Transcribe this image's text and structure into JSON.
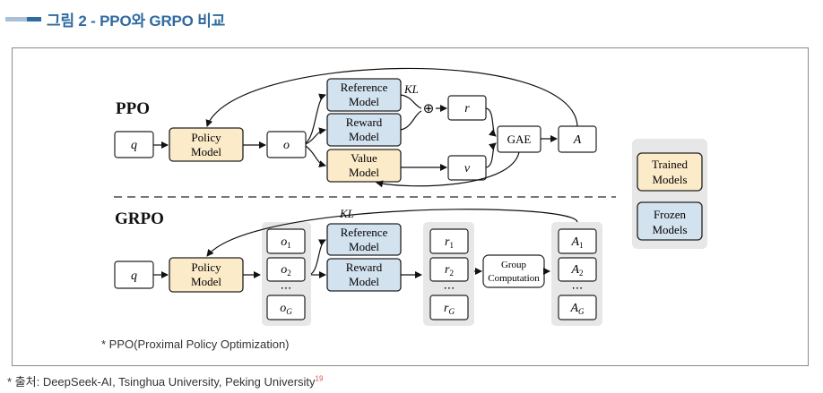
{
  "header": {
    "title": "그림 2 - PPO와 GRPO 비교"
  },
  "ppo": {
    "title": "PPO",
    "q": "q",
    "policy": [
      "Policy",
      "Model"
    ],
    "o": "o",
    "reference": [
      "Reference",
      "Model"
    ],
    "reward": [
      "Reward",
      "Model"
    ],
    "value": [
      "Value",
      "Model"
    ],
    "kl": "KL",
    "oplus": "⊕",
    "r": "r",
    "v": "v",
    "gae": "GAE",
    "a": "A"
  },
  "grpo": {
    "title": "GRPO",
    "q": "q",
    "policy": [
      "Policy",
      "Model"
    ],
    "outputs": [
      {
        "base": "o",
        "sub": "1"
      },
      {
        "base": "o",
        "sub": "2"
      },
      {
        "base": "o",
        "sub": "G"
      }
    ],
    "dots": "⋯",
    "reference": [
      "Reference",
      "Model"
    ],
    "reward": [
      "Reward",
      "Model"
    ],
    "kl": "KL",
    "rewards": [
      {
        "base": "r",
        "sub": "1"
      },
      {
        "base": "r",
        "sub": "2"
      },
      {
        "base": "r",
        "sub": "G"
      }
    ],
    "group": [
      "Group",
      "Computation"
    ],
    "advantages": [
      {
        "base": "A",
        "sub": "1"
      },
      {
        "base": "A",
        "sub": "2"
      },
      {
        "base": "A",
        "sub": "G"
      }
    ]
  },
  "legend": {
    "trained": [
      "Trained",
      "Models"
    ],
    "frozen": [
      "Frozen",
      "Models"
    ]
  },
  "colors": {
    "trained_fill": "#fcebc8",
    "frozen_fill": "#d3e2ef",
    "group_bg": "#e7e7e7",
    "accent": "#2f6aa0"
  },
  "footnote": "* PPO(Proximal Policy Optimization)",
  "source": "* 출처: DeepSeek-AI, Tsinghua University, Peking University",
  "source_ref": "19"
}
